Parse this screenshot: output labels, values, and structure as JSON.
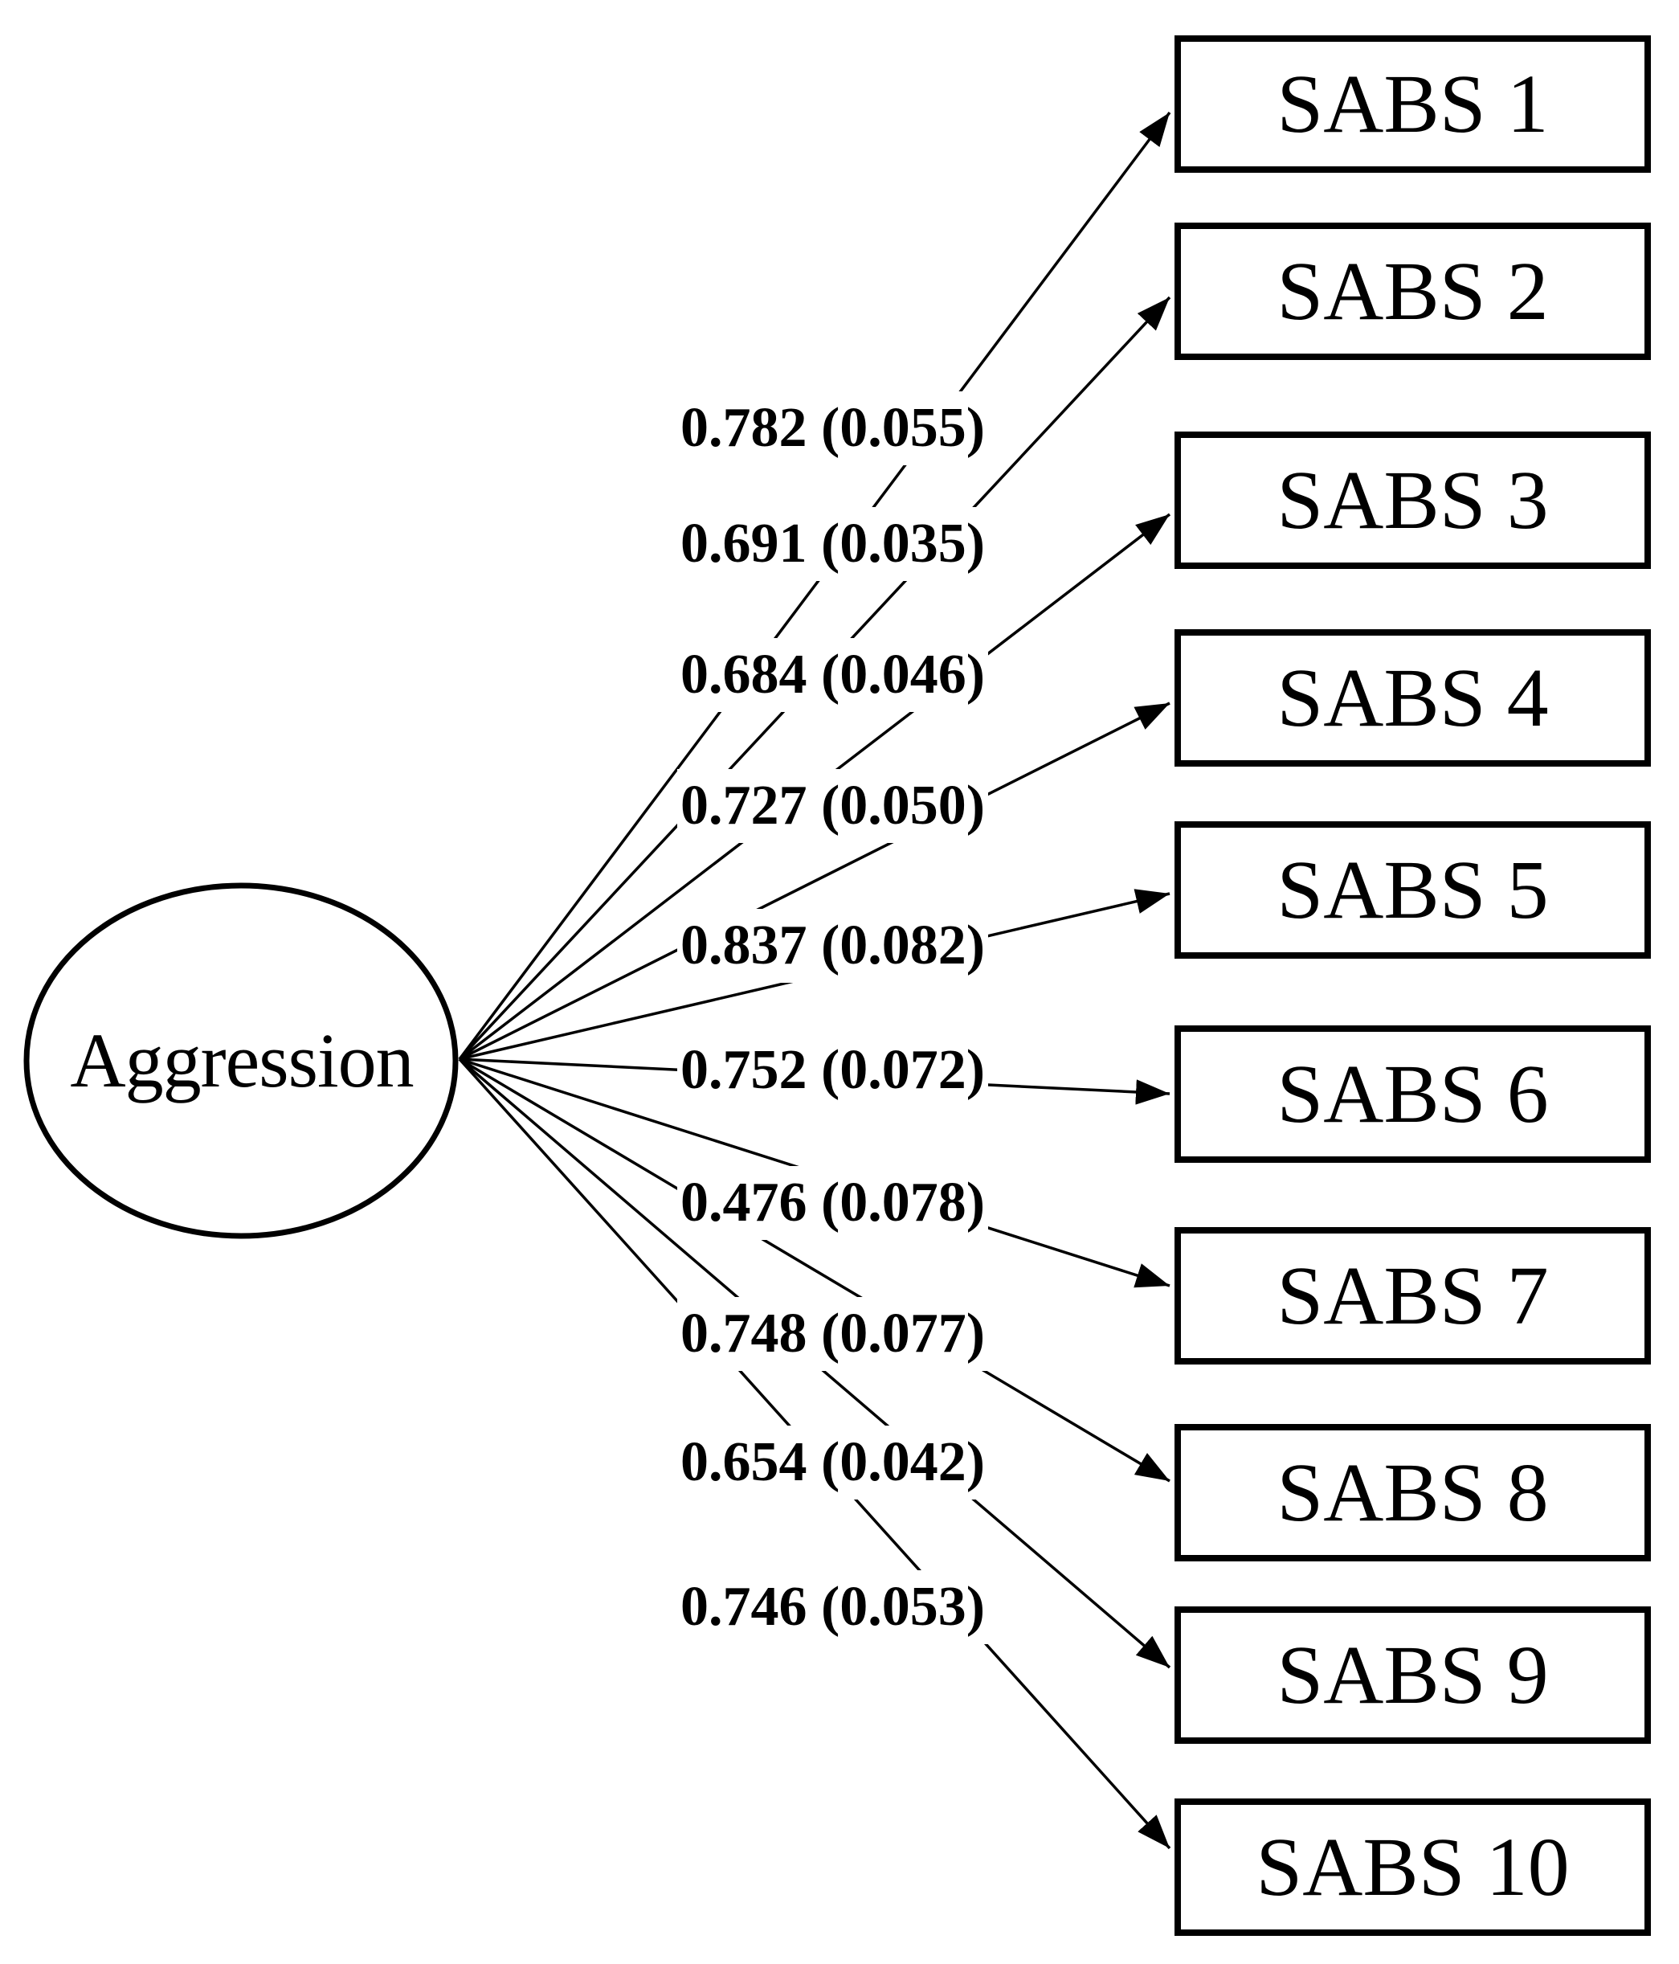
{
  "diagram": {
    "type": "confirmatory-factor-model",
    "colors": {
      "ink": "#000000",
      "background": "#ffffff"
    },
    "latent": {
      "label": "Aggression"
    },
    "indicators": [
      {
        "label": "SABS 1",
        "loading_label": "0.782 (0.055)",
        "loading": 0.782,
        "se": 0.055
      },
      {
        "label": "SABS 2",
        "loading_label": "0.691 (0.035)",
        "loading": 0.691,
        "se": 0.035
      },
      {
        "label": "SABS 3",
        "loading_label": "0.684 (0.046)",
        "loading": 0.684,
        "se": 0.046
      },
      {
        "label": "SABS 4",
        "loading_label": "0.727 (0.050)",
        "loading": 0.727,
        "se": 0.05
      },
      {
        "label": "SABS 5",
        "loading_label": "0.837 (0.082)",
        "loading": 0.837,
        "se": 0.082
      },
      {
        "label": "SABS 6",
        "loading_label": "0.752 (0.072)",
        "loading": 0.752,
        "se": 0.072
      },
      {
        "label": "SABS 7",
        "loading_label": "0.476 (0.078)",
        "loading": 0.476,
        "se": 0.078
      },
      {
        "label": "SABS 8",
        "loading_label": "0.748 (0.077)",
        "loading": 0.748,
        "se": 0.077
      },
      {
        "label": "SABS 9",
        "loading_label": "0.654 (0.042)",
        "loading": 0.654,
        "se": 0.042
      },
      {
        "label": "SABS 10",
        "loading_label": "0.746 (0.053)",
        "loading": 0.746,
        "se": 0.053
      }
    ]
  }
}
